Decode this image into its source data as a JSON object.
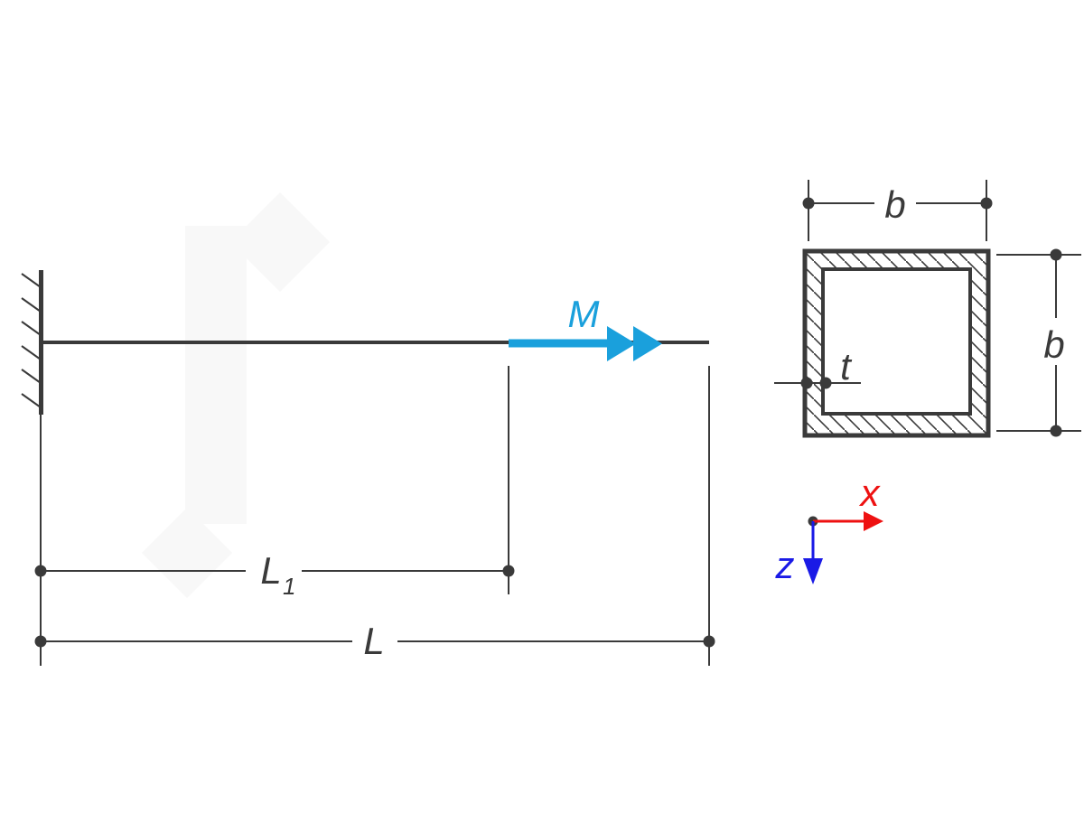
{
  "diagram": {
    "beam": {
      "moment_label": "M"
    },
    "dimensions": {
      "L1": {
        "base": "L",
        "sub": "1"
      },
      "L": "L",
      "b_top": "b",
      "b_right": "b",
      "t": "t"
    },
    "axes": {
      "x": "x",
      "z": "z"
    }
  },
  "colors": {
    "line": "#3a3a3a",
    "moment": "#1aa0dc",
    "axis_x": "#ee1111",
    "axis_z": "#1a1ae6",
    "watermark": "#f8f8f8"
  }
}
